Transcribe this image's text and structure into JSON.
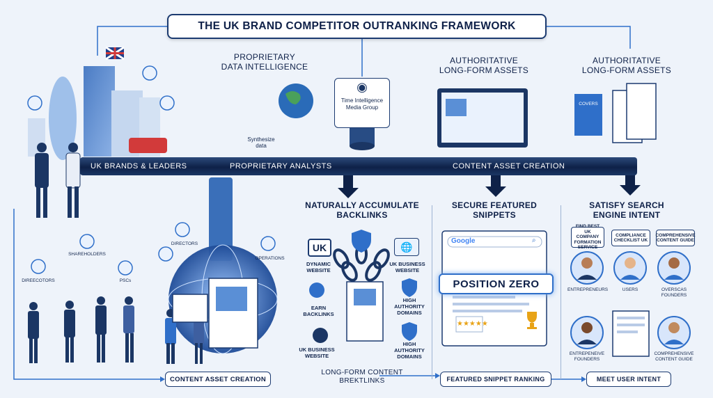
{
  "title": "THE UK BRAND COMPETITOR OUTRANKING FRAMEWORK",
  "headings": {
    "data_intel": [
      "PROPRIETARY",
      "DATA INTELLIGENCE"
    ],
    "longform_1": [
      "AUTHORITATIVE",
      "LONG-FORM ASSETS"
    ],
    "longform_2": [
      "AUTHORITATIVE",
      "LONG-FORM ASSETS"
    ],
    "backlinks": [
      "NATURALLY ACCUMULATE",
      "BACKLINKS"
    ],
    "snippets": [
      "SECURE FEATURED",
      "SNIPPETS"
    ],
    "intent": [
      "SATISFY SEARCH",
      "ENGINE INTENT"
    ]
  },
  "pipeline": {
    "stage1": "UK BRANDS & LEADERS",
    "stage2": "PROPRIETARY ANALYSTS",
    "stage3": "CONTENT ASSET CREATION"
  },
  "data_intel": {
    "eye_label": [
      "Time Intelligence",
      "Media Group"
    ],
    "synthesize": [
      "Synthesize",
      "data"
    ]
  },
  "covers_label": "COVERS",
  "stakeholders": {
    "directors": "DIRECTORS",
    "shareholders": "SHAREHOLDERS",
    "operations": "OPERATIONS",
    "direcotors": "DIREECOTORS",
    "pscs": "PSCs"
  },
  "backlinks": {
    "uk_badge": "UK",
    "dynamic_website": [
      "DYNAMIC",
      "WEBSITE"
    ],
    "uk_business_website_1": [
      "UK BUSINESS",
      "WEBSITE"
    ],
    "earn_backlinks": [
      "EARN",
      "BACKLINKS"
    ],
    "high_authority_1": [
      "HIGH",
      "AUTHORITY",
      "DOMAINS"
    ],
    "uk_business_website_2": [
      "UK BUSINESS",
      "WEBSITE"
    ],
    "high_authority_2": [
      "HIGH",
      "AUTHORITY",
      "DOMAINS"
    ],
    "footer": [
      "LONG-FORM CONTENT",
      "BREKTLINKS"
    ]
  },
  "snippets": {
    "google": "Google",
    "position_zero": "POSITION ZERO",
    "stars": "★★★★★",
    "footer": "FEATURED SNIPPET RANKING"
  },
  "intent": {
    "q1": [
      "FIND BEST",
      "UK COMPANY",
      "FORMATION SERVICE"
    ],
    "q2": [
      "COMPLIANCE",
      "CHECKLIST UK"
    ],
    "q3": [
      "COMPREHENSIVE",
      "CONTENT GUIDE"
    ],
    "entrepreneurs": "ENTREPRENEURS",
    "users": "USERS",
    "overseas": [
      "OVERSCAS",
      "FOUNDERS"
    ],
    "ent_founders": [
      "ENTREPENEIVE",
      "FOUNDERS"
    ],
    "comp_guide": [
      "COMPREHENSIVE",
      "CONTENT GUIDE"
    ],
    "footer": "MEET USER INTENT"
  },
  "bottom_left_pill": "CONTENT ASSET CREATION",
  "colors": {
    "navy": "#0e2148",
    "accent": "#2f6fc9",
    "light": "#d8e6fb"
  }
}
